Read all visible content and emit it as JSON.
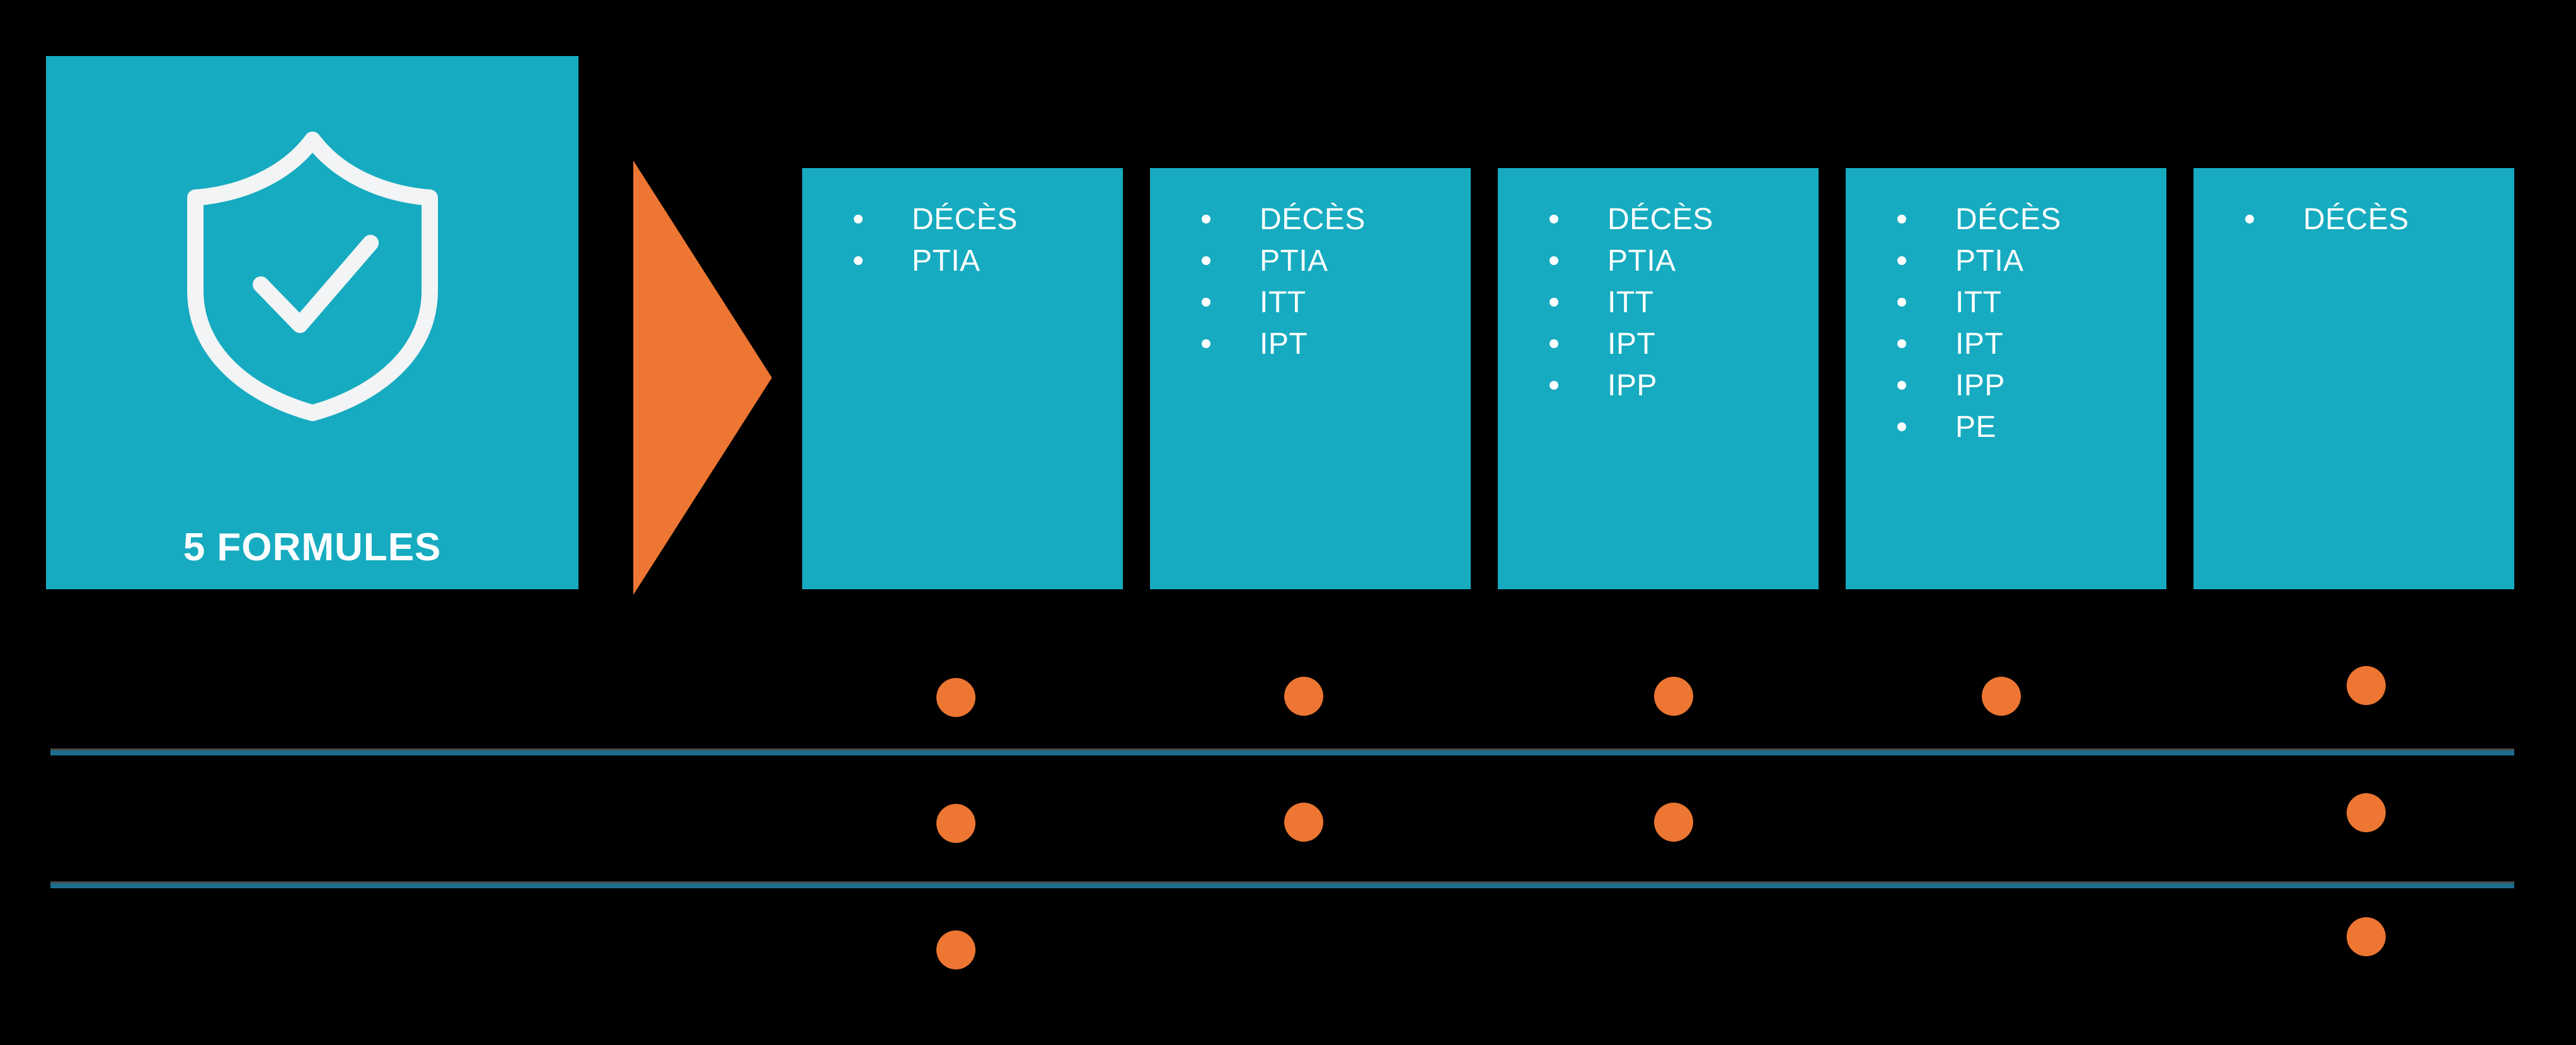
{
  "colors": {
    "background": "#000000",
    "panel_teal": "#16ABC0",
    "accent_orange": "#EC7632",
    "rule_blue": "#1D6E8E",
    "text_white": "#FFFFFF"
  },
  "hero": {
    "title": "5 FORMULES",
    "icon": "shield-check-icon"
  },
  "arrow": {
    "icon": "right-arrow-triangle-icon",
    "direction": "right"
  },
  "formulas": [
    {
      "id": "formula-1",
      "items": [
        "DÉCÈS",
        "PTIA"
      ]
    },
    {
      "id": "formula-2",
      "items": [
        "DÉCÈS",
        "PTIA",
        "ITT",
        "IPT"
      ]
    },
    {
      "id": "formula-3",
      "items": [
        "DÉCÈS",
        "PTIA",
        "ITT",
        "IPT",
        "IPP"
      ]
    },
    {
      "id": "formula-4",
      "items": [
        "DÉCÈS",
        "PTIA",
        "ITT",
        "IPT",
        "IPP",
        "PE"
      ]
    },
    {
      "id": "formula-5",
      "items": [
        "DÉCÈS"
      ]
    }
  ],
  "matrix": {
    "columns": 5,
    "rows": 3,
    "marks": [
      [
        true,
        true,
        true,
        true,
        true
      ],
      [
        true,
        true,
        true,
        false,
        true
      ],
      [
        true,
        false,
        false,
        false,
        true
      ]
    ]
  },
  "rules": {
    "count": 2
  }
}
